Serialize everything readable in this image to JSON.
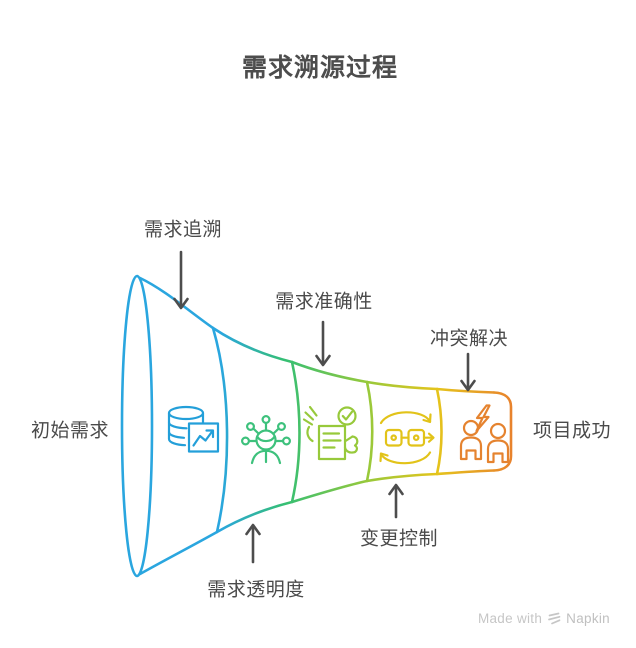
{
  "title": "需求溯源过程",
  "diagram": {
    "type": "horizontal-funnel",
    "input_label": "初始需求",
    "output_label": "项目成功",
    "callouts": [
      {
        "label": "需求追溯",
        "arrow": "down"
      },
      {
        "label": "需求准确性",
        "arrow": "down"
      },
      {
        "label": "冲突解决",
        "arrow": "down"
      },
      {
        "label": "需求透明度",
        "arrow": "up"
      },
      {
        "label": "变更控制",
        "arrow": "up"
      }
    ],
    "segments": [
      {
        "icon": "database-trend-icon",
        "color": "#239FD9"
      },
      {
        "icon": "person-network-icon",
        "color": "#3DC17C"
      },
      {
        "icon": "checklist-hands-icon",
        "color": "#97C93B"
      },
      {
        "icon": "linked-blocks-cycle-icon",
        "color": "#E2C319"
      },
      {
        "icon": "people-conflict-icon",
        "color": "#E5832F"
      }
    ]
  },
  "colors": {
    "funnel_blue": "#2AA6DF",
    "funnel_green": "#35BF73",
    "funnel_lime": "#97C93B",
    "funnel_yellow": "#E5C41C",
    "funnel_orange": "#E8822C",
    "text": "#4A4A4A",
    "arrow": "#4D4D4D",
    "watermark": "#C6C6C6",
    "background": "#FFFFFF"
  },
  "watermark": {
    "prefix": "Made with",
    "brand": "Napkin"
  }
}
